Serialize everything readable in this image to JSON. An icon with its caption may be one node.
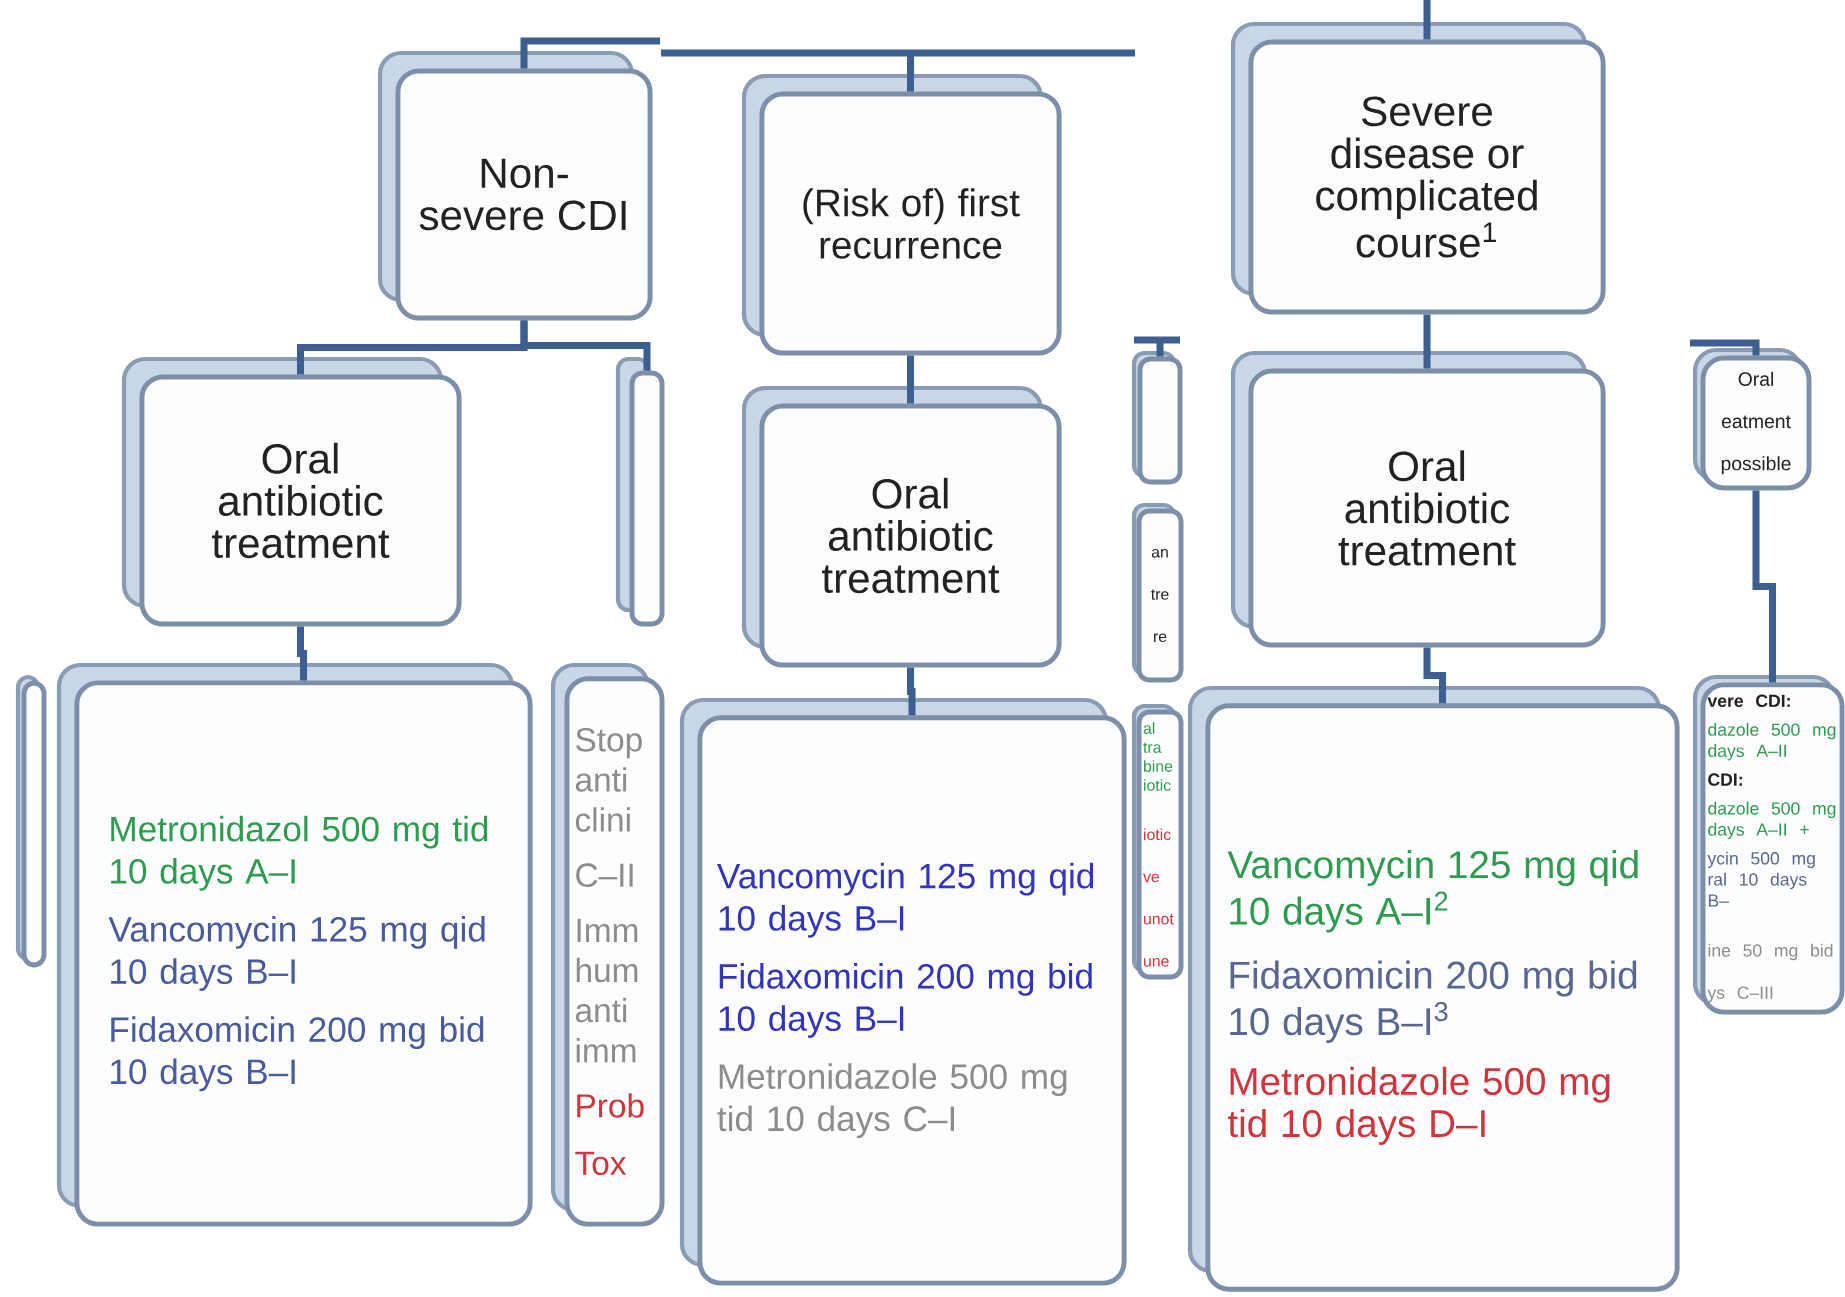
{
  "diagram": {
    "nodes": [
      {
        "text": [
          "Non-severe CDI"
        ]
      },
      {
        "text": [
          "Oral antibiotic treatment"
        ]
      },
      {
        "text": [],
        "shape": "box"
      },
      {
        "text": [],
        "shape": "box"
      },
      {
        "text": [
          "Metronidazol 500 mg tid 10 days A–I",
          "Vancomycin 125 mg qid 10 days B–I",
          "Fidaxomicin 200 mg bid 10 days B–I"
        ]
      },
      {
        "text": [
          "Stop anti clini",
          "C–II",
          "Imm hum anti imm",
          "Prob",
          "Tox"
        ]
      },
      {
        "text": [
          "(Risk of) first recurrence"
        ]
      },
      {
        "text": [
          "Oral antibiotic treatment"
        ]
      },
      {
        "text": [
          "Vancomycin 125 mg qid 10 days B–I",
          "Fidaxomicin 200 mg bid 10 days B–I",
          "Metronidazole 500 mg tid 10 days C–I"
        ]
      },
      {
        "text": [],
        "shape": "box"
      },
      {
        "text": [
          "an tre re"
        ]
      },
      {
        "text": [
          "al tra bine iotic",
          "iotic ve unot une"
        ]
      },
      {
        "text": [
          "Severe disease or complicated course$^{1}$"
        ]
      },
      {
        "text": [
          "Oral antibiotic treatment"
        ]
      },
      {
        "text": [
          "Vancomycin 125 mg qid 10 days A–I$^{2}$",
          "Fidaxomicin 200 mg bid 10 days B–I$^{3}$",
          "Metronidazole 500 mg tid 10 days D–I"
        ]
      },
      {
        "text": [
          "Oral eatment possible"
        ]
      },
      {
        "text": [
          "vere CDI:",
          "dazole 500 mg days A–II",
          "CDI:",
          "dazole 500 mg days A–II +",
          "ycin 500 mg ral 10 days B–",
          "ine 50 mg bid ys C–III"
        ]
      }
    ],
    "edges": [
      {
        "from": null,
        "to": 0,
        "arrow": "none"
      },
      {
        "from": 0,
        "to": 1,
        "arrow": "none"
      },
      {
        "from": 0,
        "to": 2,
        "arrow": "none"
      },
      {
        "from": 1,
        "to": 4,
        "arrow": "none"
      },
      {
        "from": null,
        "to": 6,
        "arrow": "none"
      },
      {
        "from": 6,
        "to": 7,
        "arrow": "none"
      },
      {
        "from": 7,
        "to": 8,
        "arrow": "none"
      },
      {
        "from": null,
        "to": 12,
        "arrow": "none"
      },
      {
        "from": 12,
        "to": 13,
        "arrow": "none"
      },
      {
        "from": 13,
        "to": 14,
        "arrow": "none"
      },
      {
        "from": null,
        "to": 15,
        "arrow": "none"
      },
      {
        "from": 15,
        "to": 16,
        "arrow": "none"
      },
      {
        "from": null,
        "to": 9,
        "arrow": "none"
      }
    ]
  }
}
